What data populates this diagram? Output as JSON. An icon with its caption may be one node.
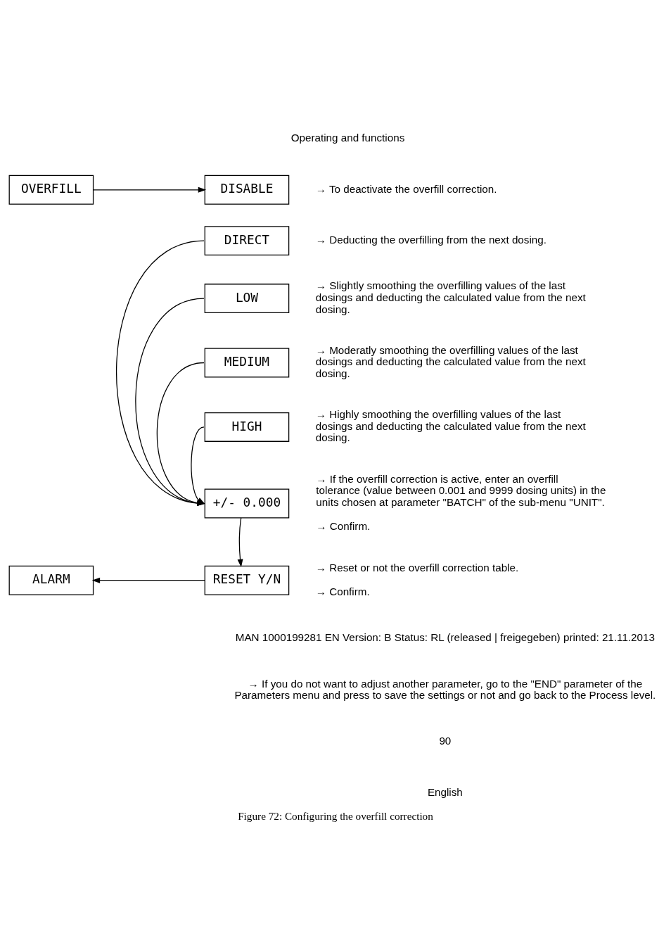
{
  "diagram": {
    "caption": "Figure 72: Configuring the overfill correction",
    "nodes": [
      {
        "text": [
          "OVERFILL"
        ]
      },
      {
        "text": [
          "DISABLE"
        ],
        "beside": [
          "→ To deactivate the overfill correction."
        ]
      },
      {
        "text": [
          "DIRECT"
        ],
        "beside": [
          "→ Deducting the overfilling from the next dosing."
        ]
      },
      {
        "text": [
          "LOW"
        ],
        "beside": [
          "→ Slightly smoothing the overfilling values of the last dosings and deducting the calculated value from the next dosing."
        ]
      },
      {
        "text": [
          "MEDIUM"
        ],
        "beside": [
          "→ Moderatly smoothing the overfilling values of the last dosings and deducting the calculated value from the next dosing."
        ]
      },
      {
        "text": [
          "HIGH"
        ],
        "beside": [
          "→ Highly smoothing the overfilling values of the last dosings and deducting the calculated value from the next dosing."
        ]
      },
      {
        "text": [
          "+/- 0.000"
        ],
        "beside": [
          "→ If the overfill correction is active, enter an overfill tolerance (value between 0.001 and 9999 dosing units) in the units chosen at parameter \"BATCH\" of the sub-menu \"UNIT\".",
          "→ Confirm."
        ]
      },
      {
        "text": [
          "ALARM"
        ]
      },
      {
        "text": [
          "RESET Y/N"
        ],
        "beside": [
          "→ Reset or not the overfill correction table.",
          "→ Confirm."
        ]
      }
    ],
    "edges": [
      {
        "from": 0,
        "to": 1,
        "arrow": "to"
      },
      {
        "from": 2,
        "to": 6,
        "arrow": "to"
      },
      {
        "from": 3,
        "to": 6,
        "arrow": "to"
      },
      {
        "from": 4,
        "to": 6,
        "arrow": "to"
      },
      {
        "from": 5,
        "to": 6,
        "arrow": "to"
      },
      {
        "from": 6,
        "to": 8,
        "arrow": "to"
      },
      {
        "from": 8,
        "to": 7,
        "arrow": "to"
      }
    ],
    "labels": [
      "Operating and functions",
      "MAN 1000199281 EN Version: B Status: RL (released | freigegeben) printed: 21.11.2013",
      "→ If you do not want to adjust another parameter, go to the \"END\" parameter of the Parameters menu and press to save the settings or not and go back to the Process level.",
      "90",
      "English"
    ]
  }
}
